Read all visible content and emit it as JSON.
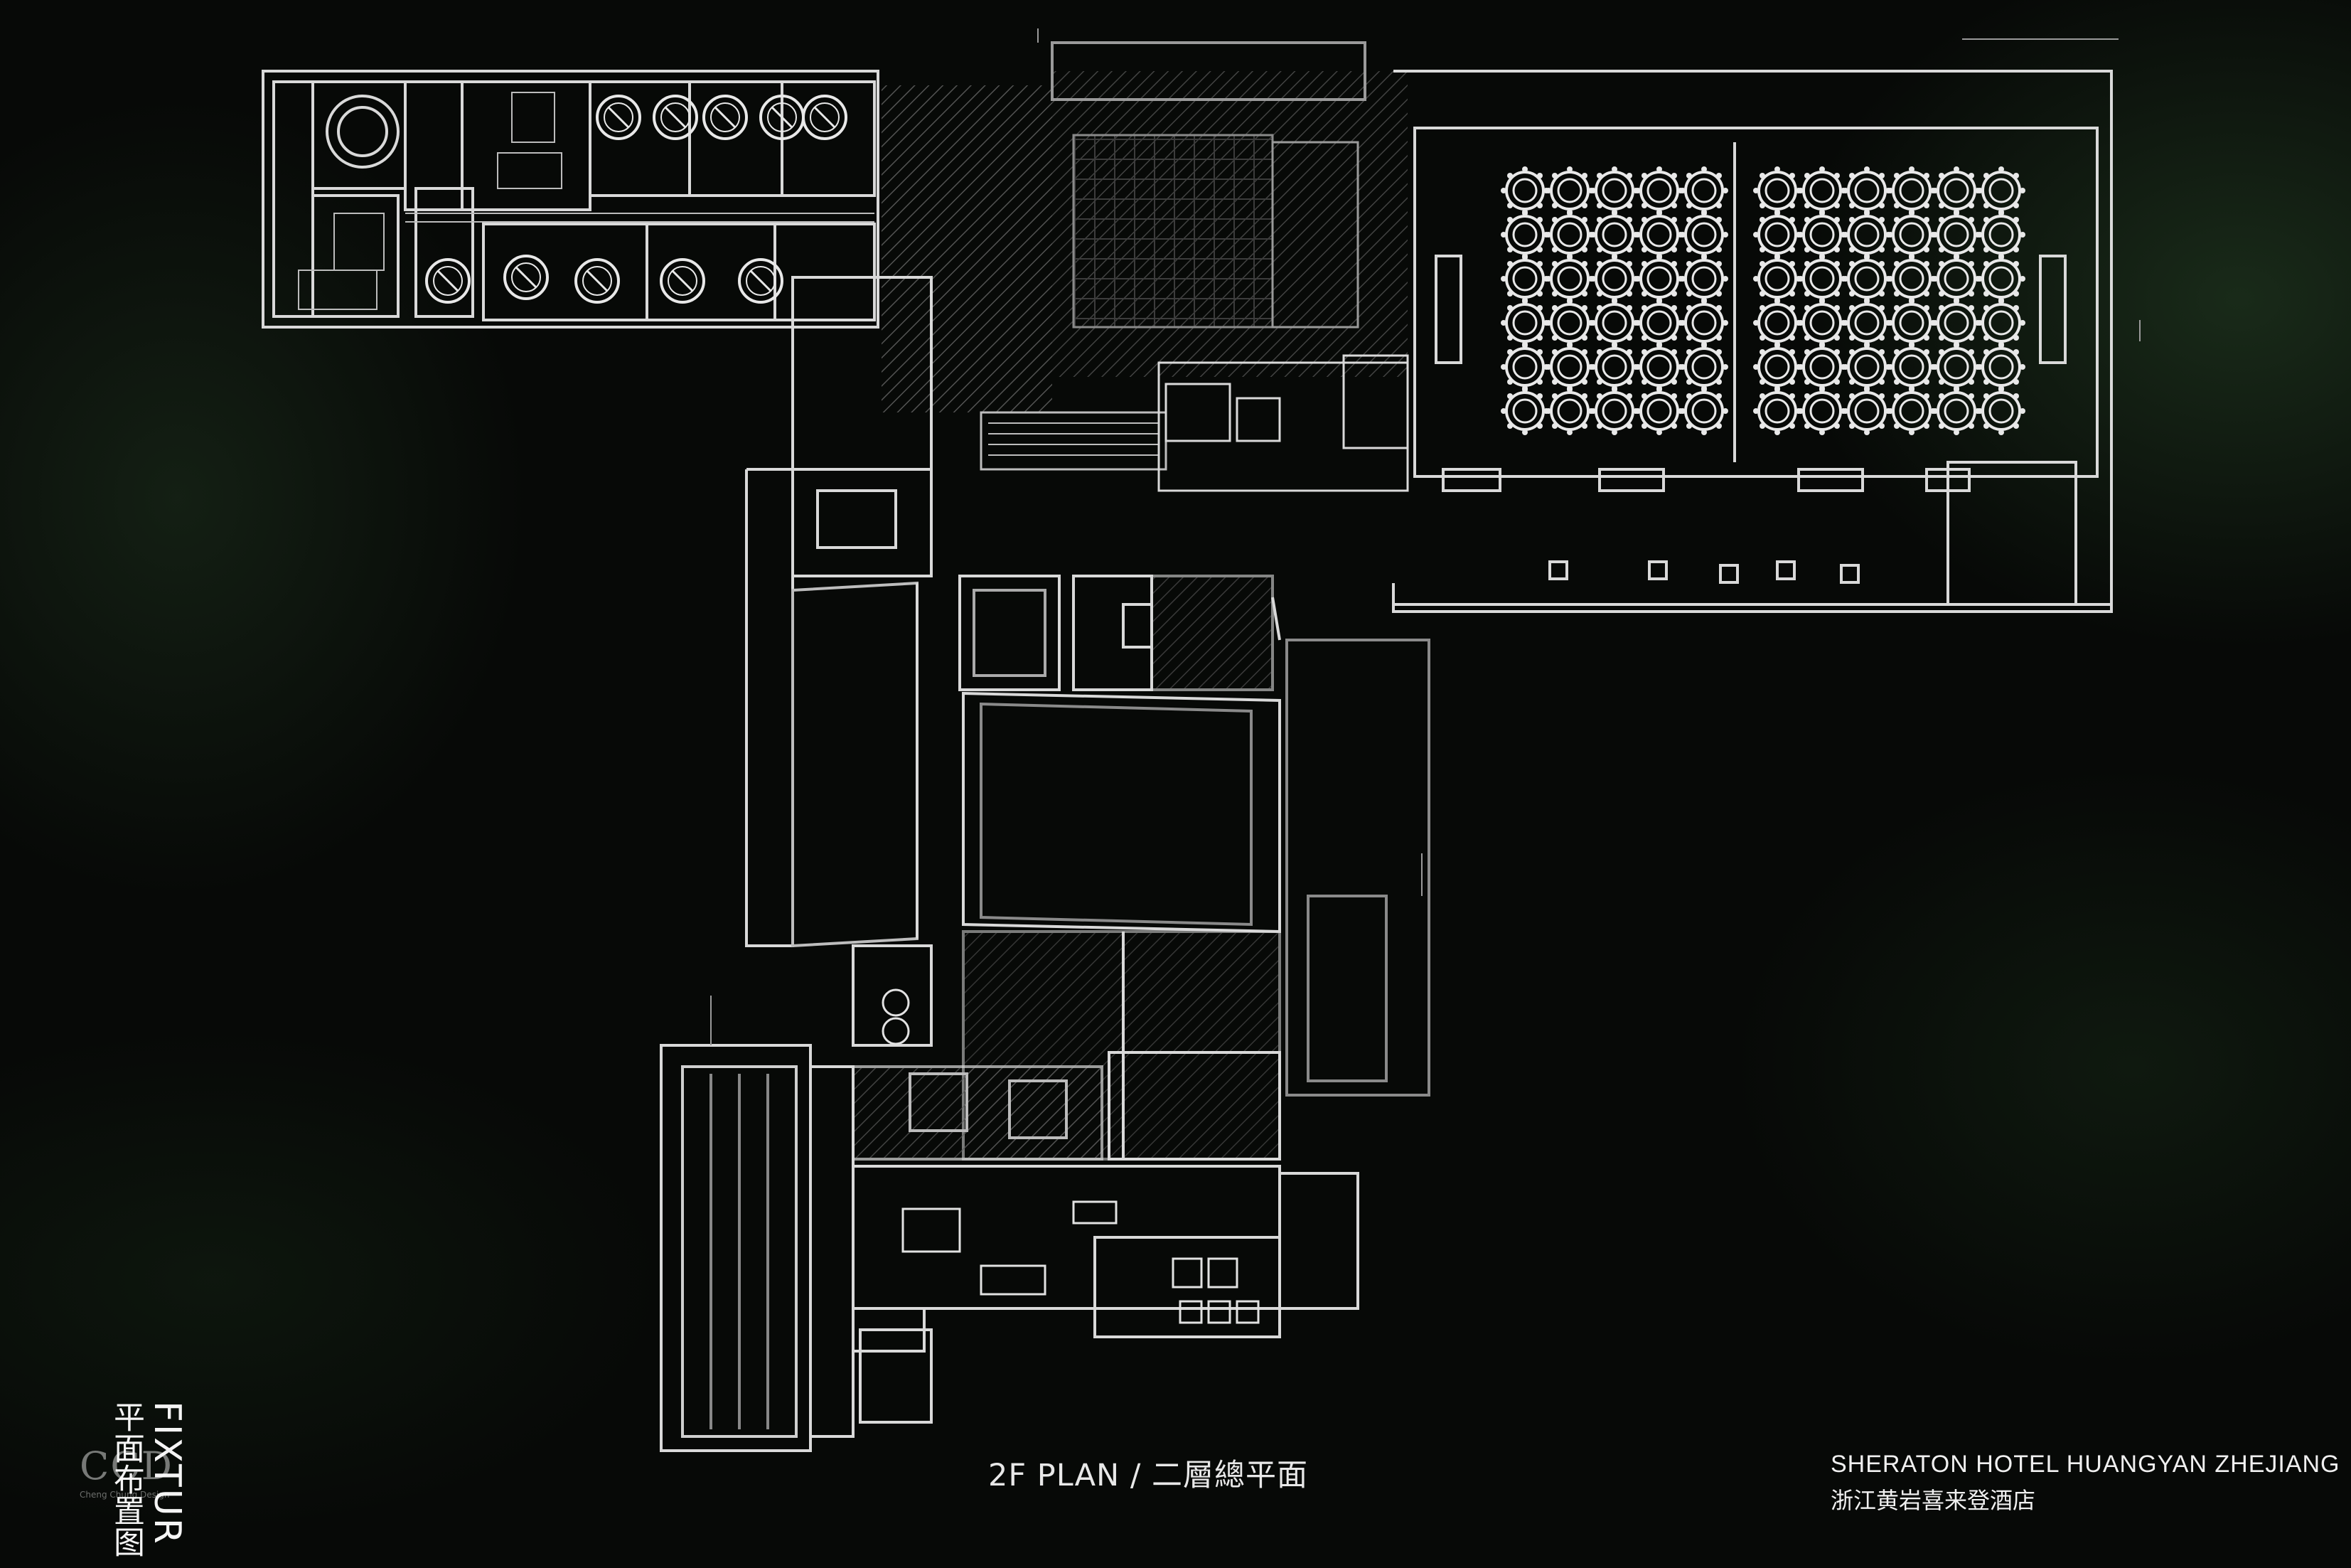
{
  "drawing": {
    "caption": "2F PLAN / 二層總平面",
    "vertical_en": "FIXTUR",
    "vertical_cn": "平面布置图",
    "watermark": "CCD",
    "watermark_sub": "Cheng Chung Design"
  },
  "project": {
    "name_en": "SHERATON HOTEL HUANGYAN ZHEJIANG",
    "name_cn": "浙江黄岩喜来登酒店"
  },
  "colors": {
    "line": "#d9d9d9",
    "hatch": "#6a6a6a",
    "background": "#070907"
  }
}
